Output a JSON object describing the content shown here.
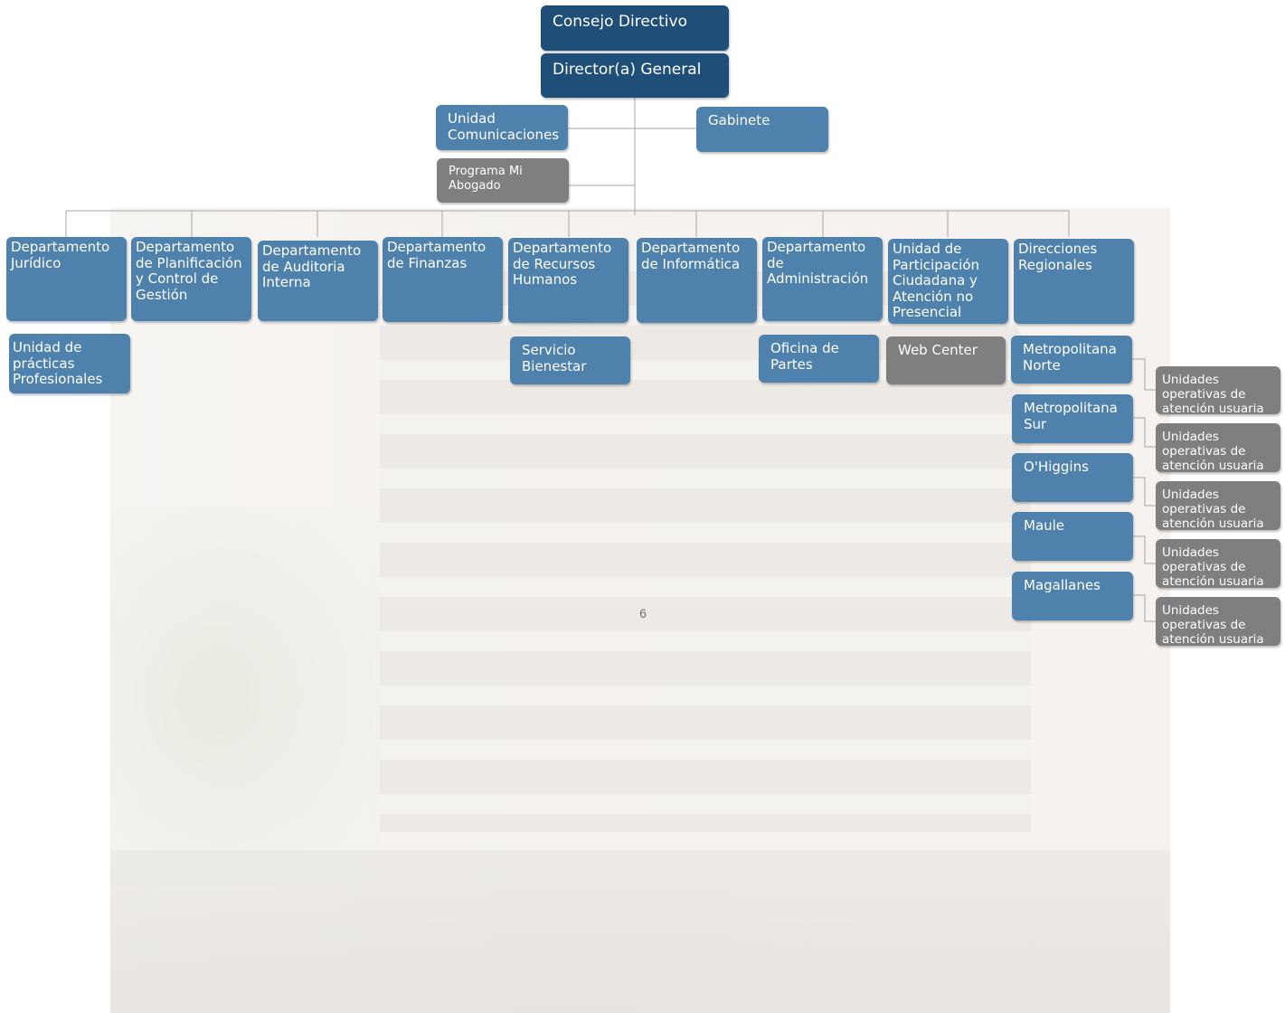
{
  "colors": {
    "navy": "#1f4e79",
    "blue": "#4f81ad",
    "gray": "#7f7f7f",
    "line": "#a6a6a6"
  },
  "top": {
    "consejo": "Consejo Directivo",
    "director": "Director(a) General"
  },
  "staff": {
    "comunicaciones": "Unidad Comunicaciones",
    "gabinete": "Gabinete",
    "programa": "Programa Mi Abogado"
  },
  "departments": [
    {
      "label": "Departamento Jurídico"
    },
    {
      "label": "Departamento de Planificación y Control de Gestión"
    },
    {
      "label": "Departamento de Auditoria Interna"
    },
    {
      "label": "Departamento de Finanzas"
    },
    {
      "label": "Departamento de Recursos Humanos"
    },
    {
      "label": "Departamento de Informática"
    },
    {
      "label": "Departamento de Administración"
    },
    {
      "label": "Unidad de Participación Ciudadana y Atención no Presencial"
    },
    {
      "label": "Direcciones Regionales"
    }
  ],
  "sub_units": {
    "practicas": "Unidad de prácticas Profesionales",
    "bienestar": "Servicio Bienestar",
    "partes": "Oficina de Partes",
    "webcenter": "Web Center"
  },
  "regions": [
    {
      "name": "Metropolitana Norte",
      "unit": "Unidades operativas de atención usuaria"
    },
    {
      "name": "Metropolitana Sur",
      "unit": "Unidades operativas de atención usuaria"
    },
    {
      "name": "O'Higgins",
      "unit": "Unidades operativas de atención usuaria"
    },
    {
      "name": "Maule",
      "unit": "Unidades operativas de atención usuaria"
    },
    {
      "name": "Magallanes",
      "unit": "Unidades operativas de atención usuaria"
    }
  ],
  "page_number": "6"
}
